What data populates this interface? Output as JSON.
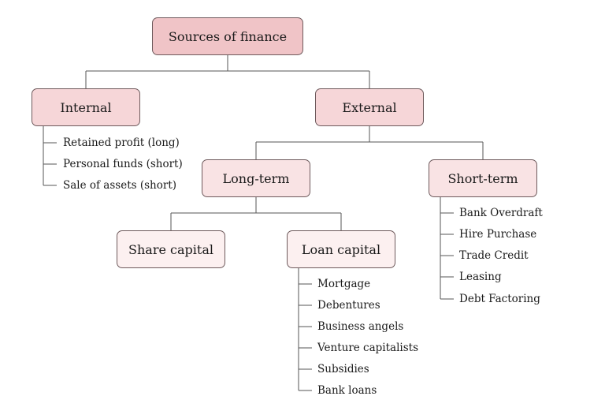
{
  "root": {
    "label": "Sources of finance"
  },
  "internal": {
    "label": "Internal",
    "items": [
      "Retained profit (long)",
      "Personal funds (short)",
      "Sale of assets (short)"
    ]
  },
  "external": {
    "label": "External"
  },
  "long_term": {
    "label": "Long-term"
  },
  "short_term": {
    "label": "Short-term",
    "items": [
      "Bank Overdraft",
      "Hire Purchase",
      "Trade Credit",
      "Leasing",
      "Debt Factoring"
    ]
  },
  "share_capital": {
    "label": "Share capital"
  },
  "loan_capital": {
    "label": "Loan capital",
    "items": [
      "Mortgage",
      "Debentures",
      "Business angels",
      "Venture capitalists",
      "Subsidies",
      "Bank loans"
    ]
  }
}
